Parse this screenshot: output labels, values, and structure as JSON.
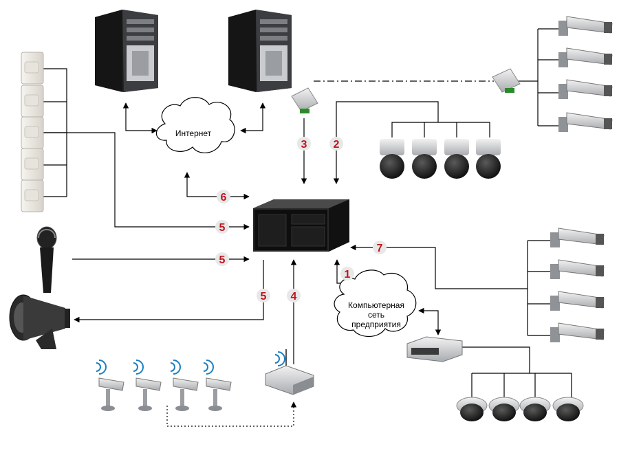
{
  "clouds": {
    "internet": "Интернет",
    "enterprise_line1": "Компьютерная",
    "enterprise_line2": "сеть",
    "enterprise_line3": "предприятия"
  },
  "markers": {
    "m1": "1",
    "m2": "2",
    "m3": "3",
    "m4": "4",
    "m5a": "5",
    "m5b": "5",
    "m5c": "5",
    "m6": "6",
    "m7": "7"
  },
  "colors": {
    "marker_fill": "#e8e8e8",
    "marker_text": "#c0141c",
    "line": "#000000",
    "device_dark": "#1c1c1c",
    "device_silver": "#b9bcc0"
  },
  "icons": [
    "server-tower-icon",
    "rack-server-icon",
    "cloud-icon",
    "motion-sensor-icon",
    "microphone-icon",
    "siren-speaker-icon",
    "wireless-camera-icon",
    "wifi-router-icon",
    "converter-icon",
    "ptz-dome-camera-icon",
    "bullet-camera-icon",
    "video-encoder-icon",
    "dome-camera-icon"
  ]
}
